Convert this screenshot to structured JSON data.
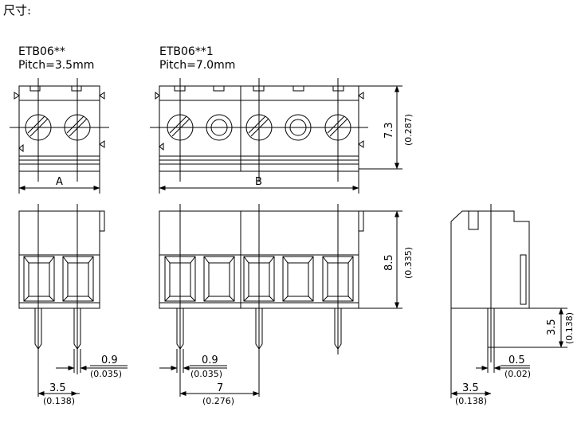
{
  "title": "尺寸:",
  "left_model": {
    "part": "ETB06**",
    "pitch": "Pitch=3.5mm"
  },
  "right_model": {
    "part": "ETB06**1",
    "pitch": "Pitch=7.0mm"
  },
  "dims": {
    "a": "A",
    "b": "B",
    "height_top_mm": "7.3",
    "height_top_in": "(0.287)",
    "height_body_mm": "8.5",
    "height_body_in": "(0.335)",
    "pin_left_mm": "0.9",
    "pin_left_in": "(0.035)",
    "pin_mid_mm": "0.9",
    "pin_mid_in": "(0.035)",
    "pitch_left_mm": "3.5",
    "pitch_left_in": "(0.138)",
    "pitch_mid_mm": "7",
    "pitch_mid_in": "(0.276)",
    "pin_len_mm": "3.5",
    "pin_len_in": "(0.138)",
    "pin_side_mm": "0.5",
    "pin_side_in": "(0.02)",
    "pitch_side_mm": "3.5",
    "pitch_side_in": "(0.138)"
  }
}
